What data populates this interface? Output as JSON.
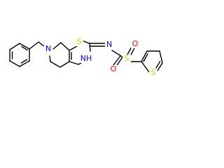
{
  "molecule": {
    "atom_labels": {
      "n_piperidine": "N",
      "s_thiazole": "S",
      "nh_thiazole": "NH",
      "n_imine": "N",
      "s_sulfonyl": "S",
      "o_top": "O",
      "o_bottom": "O",
      "s_thiophene": "S"
    }
  },
  "colors": {
    "bond": "#000000",
    "nitrogen": "#0000ff",
    "sulfur": "#cccc00",
    "oxygen": "#ff0000"
  }
}
